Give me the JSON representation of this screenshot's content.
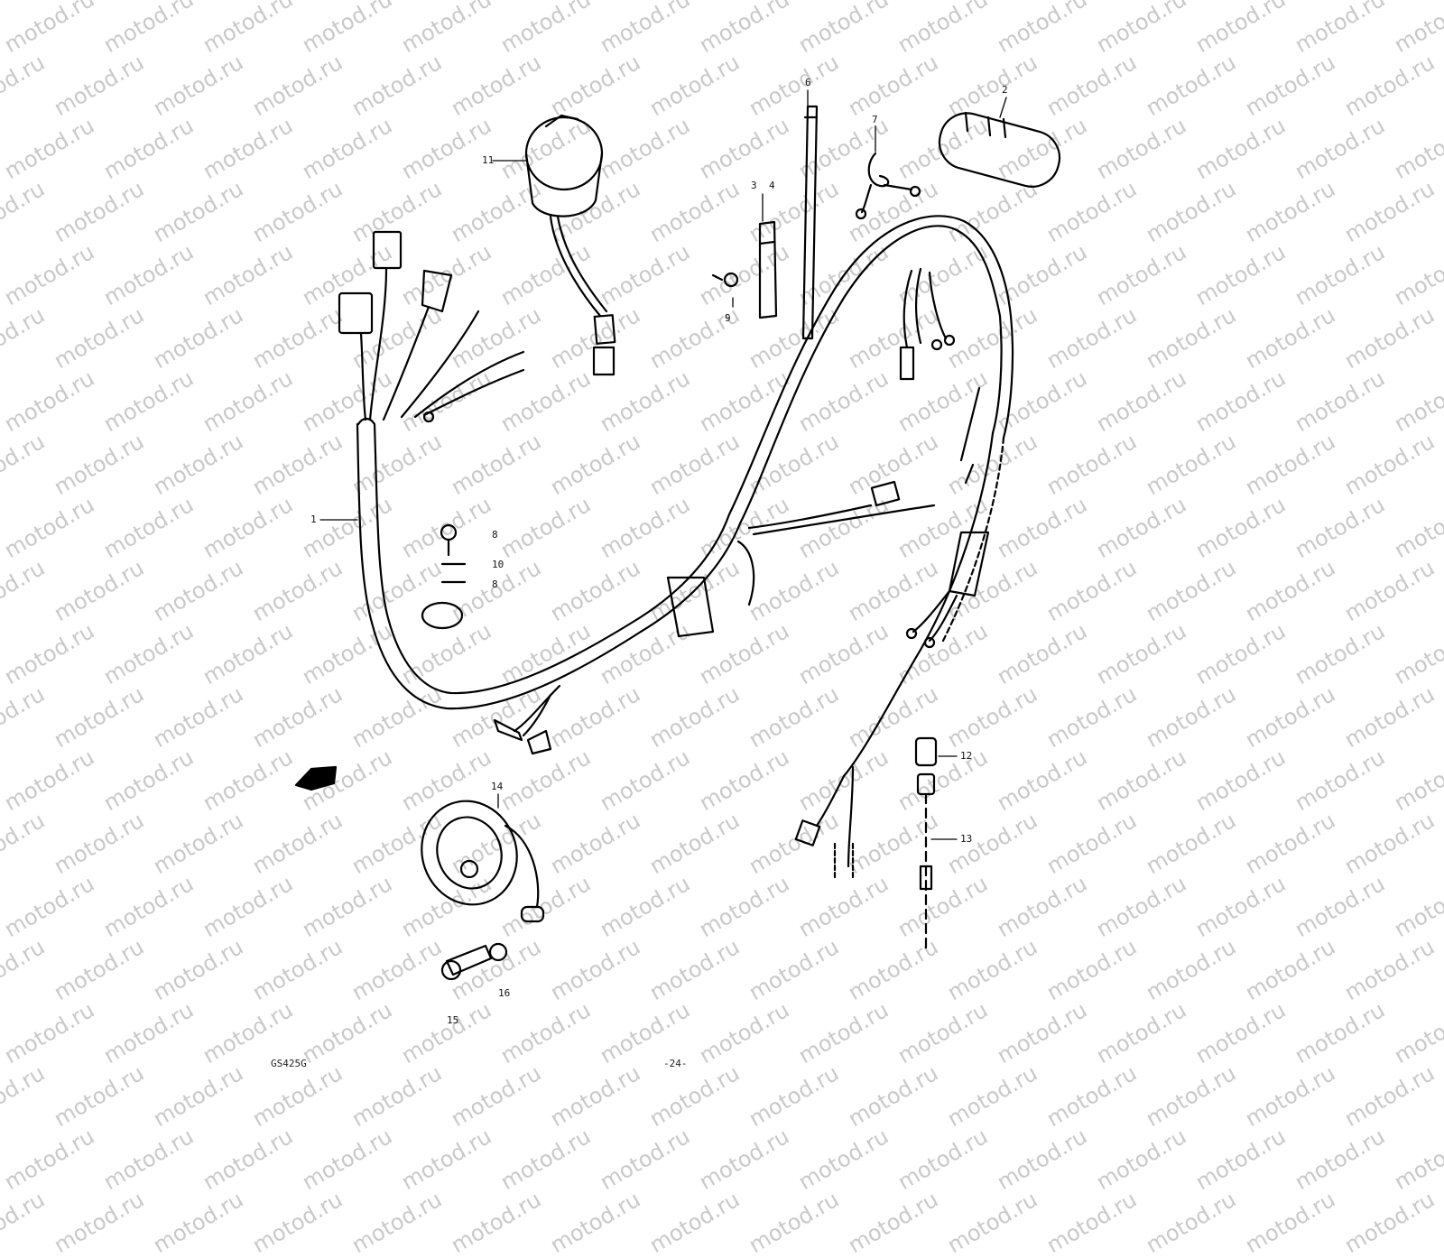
{
  "watermark": {
    "text": "motod.ru",
    "color": "#c9c9c9"
  },
  "parts": [
    {
      "key": "harness",
      "label": "1"
    },
    {
      "key": "ignition_coil",
      "label": "2"
    },
    {
      "key": "clamp_a",
      "label": "3"
    },
    {
      "key": "clamp_b",
      "label": "4"
    },
    {
      "key": "band",
      "label": "6"
    },
    {
      "key": "clip",
      "label": "7"
    },
    {
      "key": "screw",
      "label": "9"
    },
    {
      "key": "cap",
      "label": "11"
    },
    {
      "key": "switch",
      "label": "12"
    },
    {
      "key": "lead",
      "label": "13"
    },
    {
      "key": "horn",
      "label": "14"
    },
    {
      "key": "bolt",
      "label": "15"
    },
    {
      "key": "washer",
      "label": "16"
    },
    {
      "key": "fastener_a",
      "label": "8"
    },
    {
      "key": "fastener_b",
      "label": "10"
    },
    {
      "key": "fastener_c",
      "label": "8"
    }
  ],
  "footer": {
    "code": "GS425G",
    "page": "-24-"
  }
}
